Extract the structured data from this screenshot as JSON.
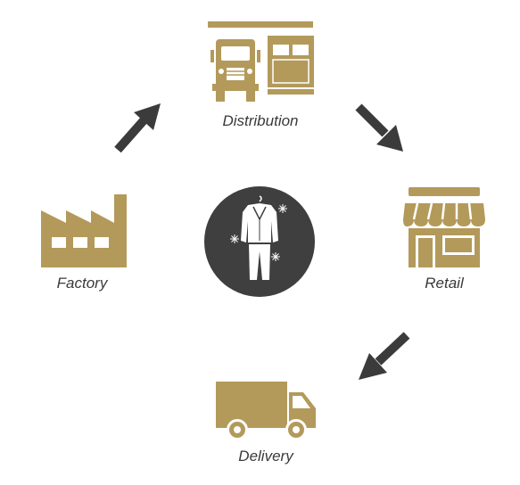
{
  "diagram": {
    "type": "cycle",
    "colors": {
      "icon_gold": "#b39a5b",
      "arrow_dark": "#3b3b3b",
      "center_circle": "#3f3f3f",
      "suit_white": "#ffffff"
    },
    "center": {
      "icon": "suit-icon"
    },
    "nodes": [
      {
        "id": "distribution",
        "label": "Distribution",
        "icon": "truck-warehouse-icon"
      },
      {
        "id": "retail",
        "label": "Retail",
        "icon": "storefront-icon"
      },
      {
        "id": "delivery",
        "label": "Delivery",
        "icon": "delivery-van-icon"
      },
      {
        "id": "factory",
        "label": "Factory",
        "icon": "factory-icon"
      }
    ],
    "flow": [
      {
        "from": "factory",
        "to": "distribution"
      },
      {
        "from": "distribution",
        "to": "retail"
      },
      {
        "from": "retail",
        "to": "delivery"
      }
    ]
  }
}
